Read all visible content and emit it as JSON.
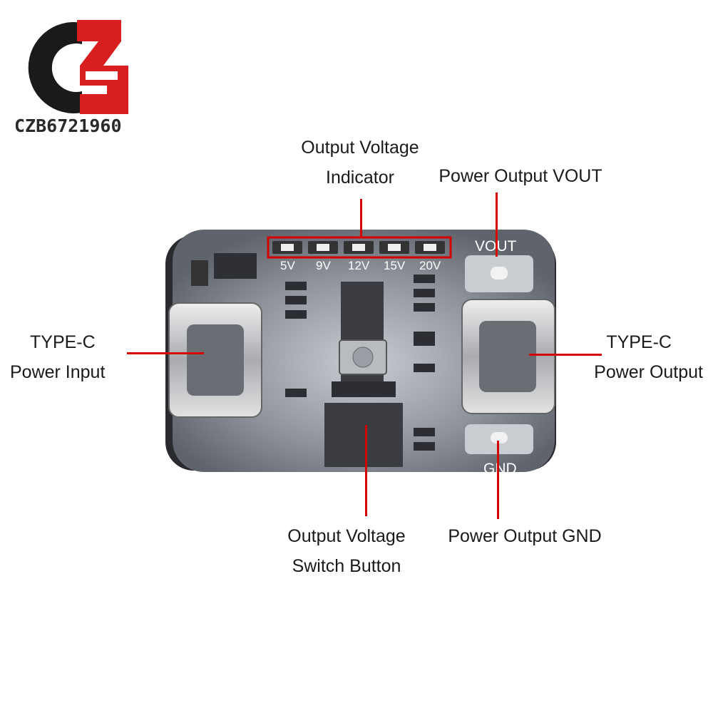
{
  "logo": {
    "text": "CZB6721960"
  },
  "labels": {
    "indicator": [
      "Output Voltage",
      "Indicator"
    ],
    "vout": "Power Output VOUT",
    "input": [
      "TYPE-C",
      "Power Input"
    ],
    "output": [
      "TYPE-C",
      "Power Output"
    ],
    "button": [
      "Output Voltage",
      "Switch Button"
    ],
    "gnd": "Power Output GND"
  },
  "silkscreen": {
    "voltages": [
      "5V",
      "9V",
      "12V",
      "15V",
      "20V"
    ],
    "vout_pad": "VOUT",
    "gnd_pad": "GND"
  },
  "colors": {
    "leader": "#d40000",
    "board": "#7d8088",
    "logo_red": "#d81e1e",
    "logo_black": "#1a1a1a"
  }
}
